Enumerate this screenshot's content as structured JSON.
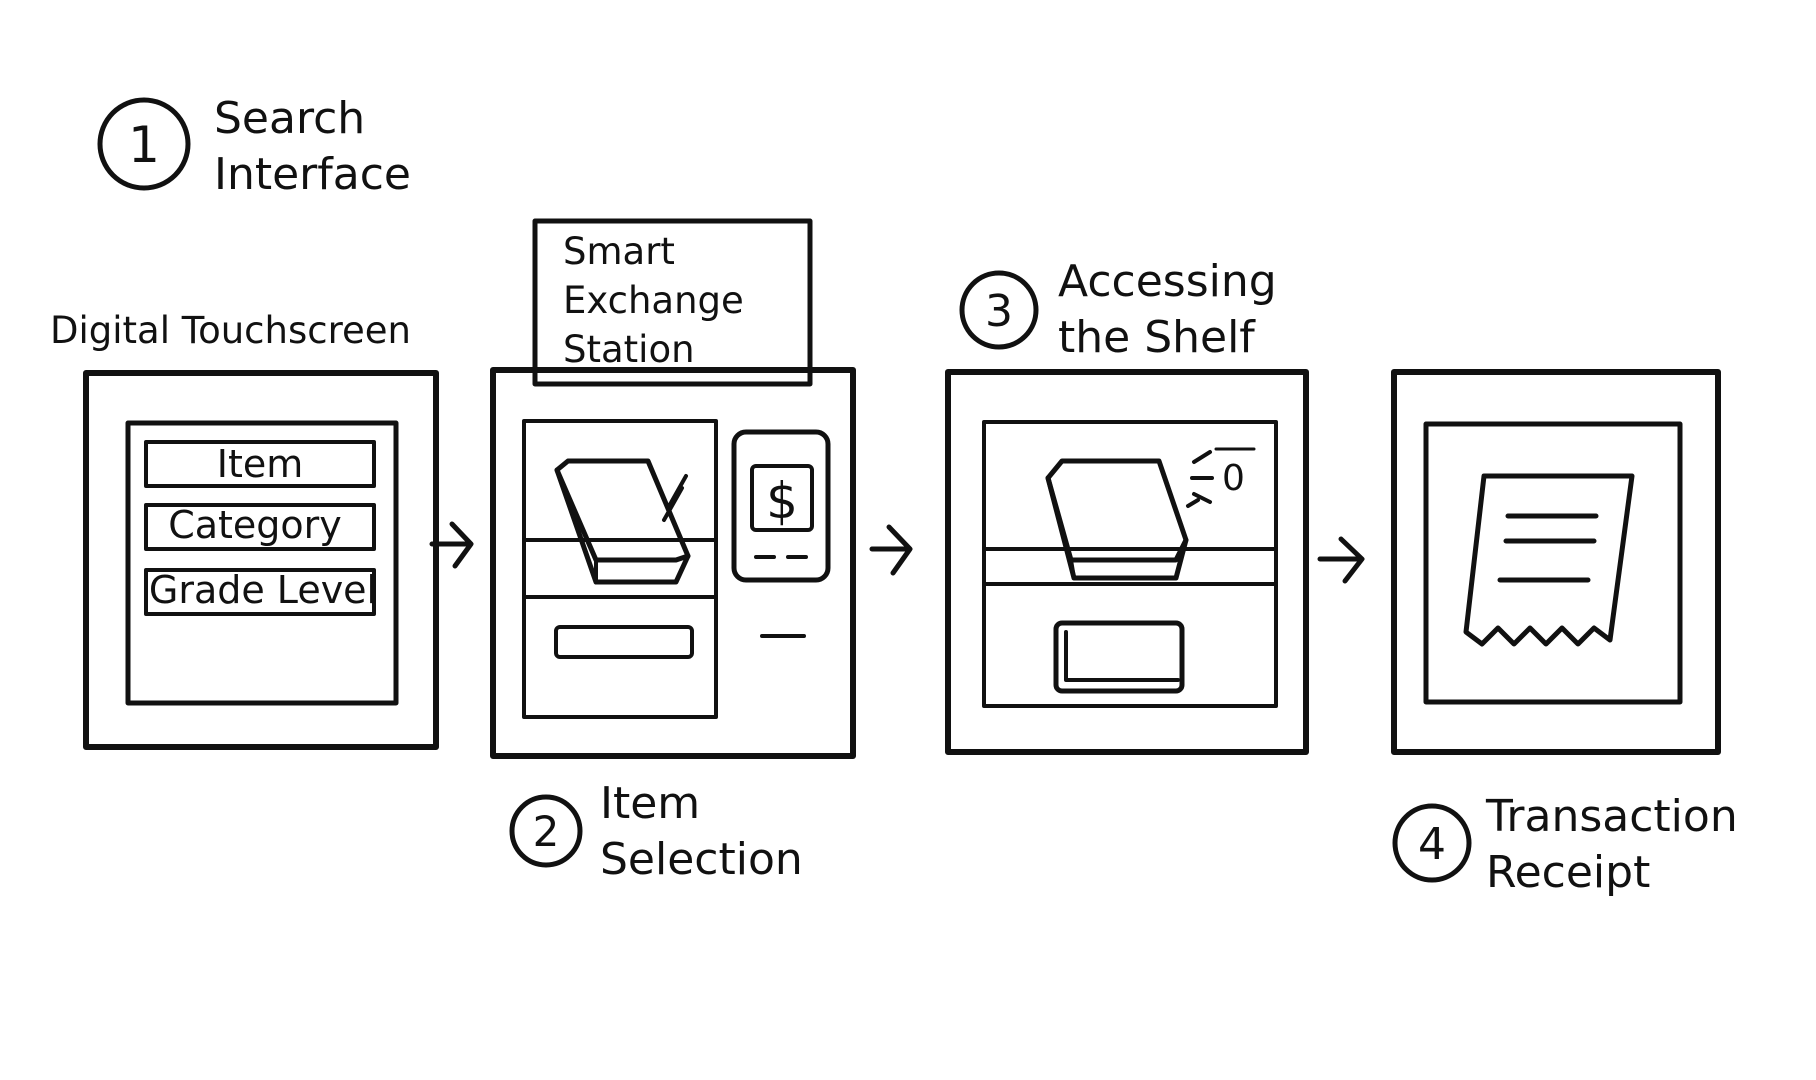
{
  "steps": [
    {
      "number": "1",
      "title_line1": "Search",
      "title_line2": "Interface"
    },
    {
      "number": "2",
      "title_line1": "Item",
      "title_line2": "Selection"
    },
    {
      "number": "3",
      "title_line1": "Accessing",
      "title_line2": "the Shelf"
    },
    {
      "number": "4",
      "title_line1": "Transaction",
      "title_line2": "Receipt"
    }
  ],
  "panel1": {
    "caption": "Digital Touchscreen",
    "fields": [
      "Item",
      "Category",
      "Grade Level"
    ]
  },
  "panel2": {
    "sign_line1": "Smart",
    "sign_line2": "Exchange",
    "sign_line3": "Station",
    "payment_symbol": "$"
  },
  "panel3": {
    "motion_mark": "0"
  },
  "colors": {
    "ink": "#111111",
    "background": "#ffffff"
  },
  "icons": [
    "step-number-circle",
    "flow-arrow",
    "book",
    "payment-terminal",
    "receipt",
    "motion-lines"
  ]
}
